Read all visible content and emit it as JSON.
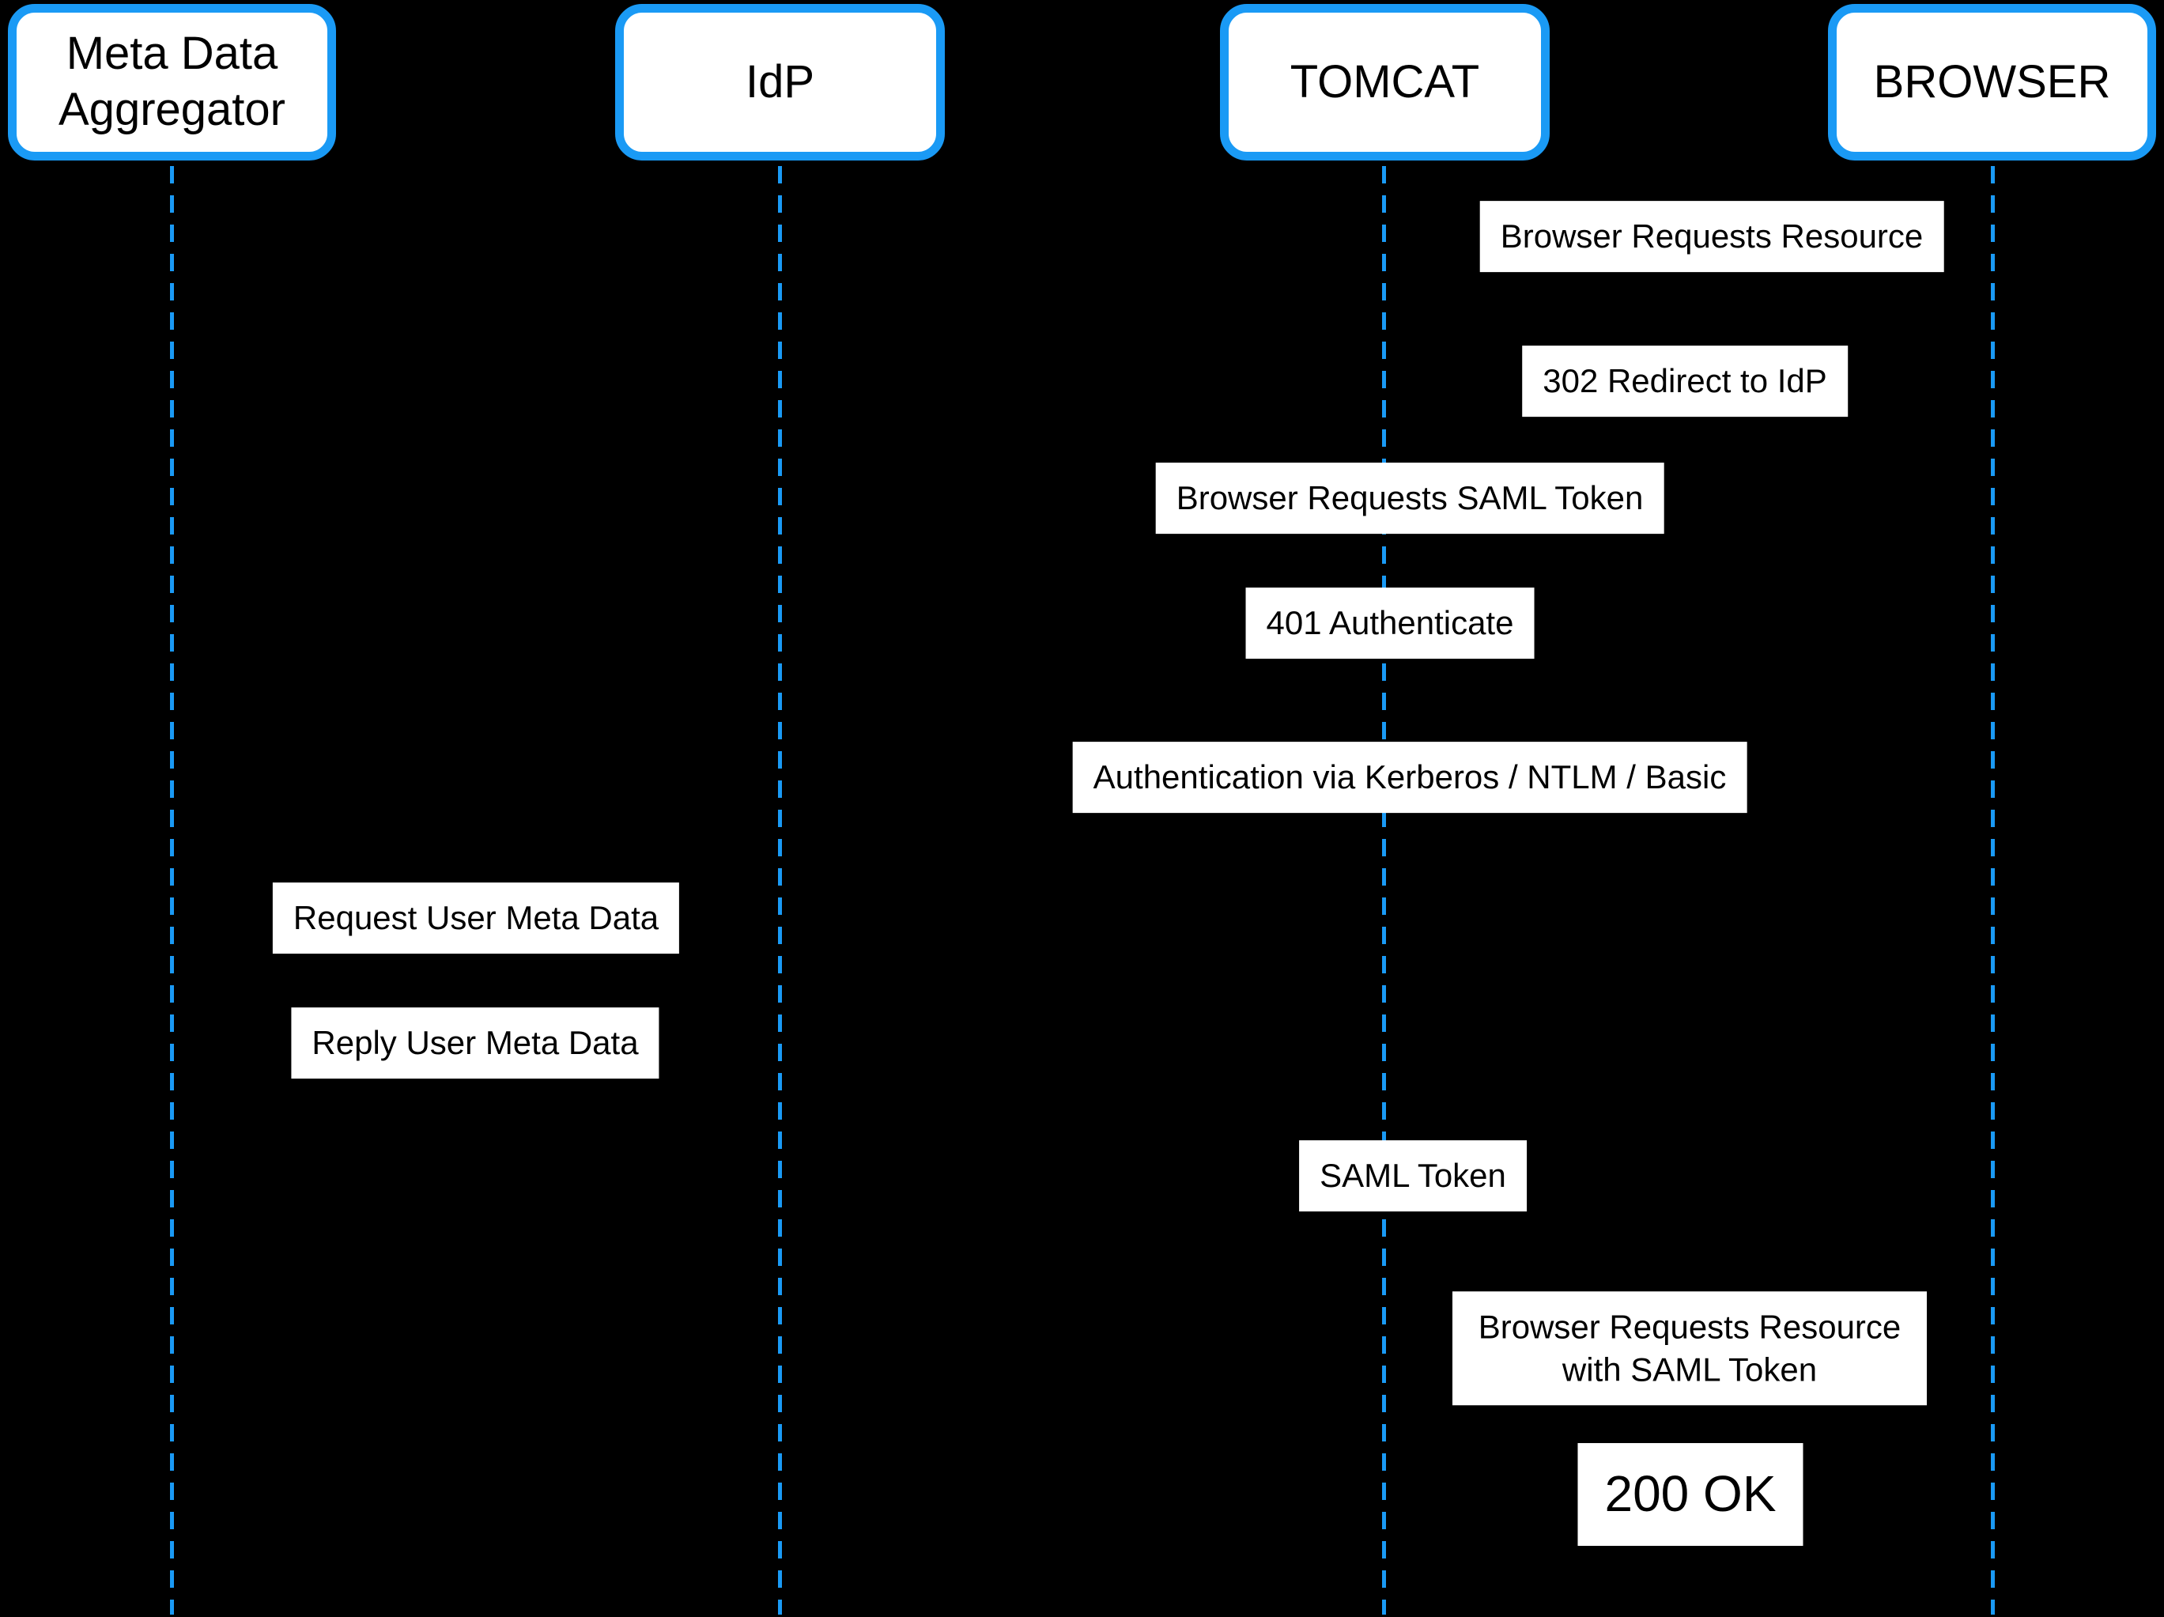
{
  "diagram": {
    "type": "sequence-diagram",
    "colors": {
      "background": "#000000",
      "accent": "#1a9af5",
      "box_fill": "#ffffff",
      "text": "#000000"
    },
    "actors": [
      {
        "label": "Meta Data Aggregator"
      },
      {
        "label": "IdP"
      },
      {
        "label": "TOMCAT"
      },
      {
        "label": "BROWSER"
      }
    ],
    "messages": [
      {
        "label": "Browser Requests Resource"
      },
      {
        "label": "302 Redirect to IdP"
      },
      {
        "label": "Browser Requests SAML Token"
      },
      {
        "label": "401 Authenticate"
      },
      {
        "label": "Authentication via Kerberos / NTLM / Basic"
      },
      {
        "label": "Request User Meta Data"
      },
      {
        "label": "Reply User Meta Data"
      },
      {
        "label": "SAML Token"
      },
      {
        "label": "Browser Requests Resource with SAML Token"
      },
      {
        "label": "200 OK"
      }
    ]
  }
}
